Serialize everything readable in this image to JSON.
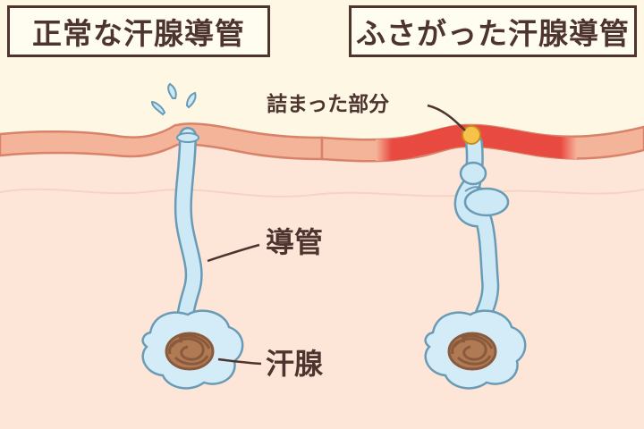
{
  "titles": {
    "normal": "正常な汗腺導管",
    "blocked": "ふさがった汗腺導管"
  },
  "labels": {
    "blocked_part": "詰まった部分",
    "duct": "導管",
    "sweat_gland": "汗腺"
  },
  "colors": {
    "background": "#fdf7e4",
    "epidermis": "#f4b49a",
    "inflamed_skin": "#e8453c",
    "dermis": "#fde6d8",
    "duct_fill": "#cde9f5",
    "duct_outline": "#6a9bb6",
    "gland_coil": "#8a5a3c",
    "blockage_plug": "#f7c24a",
    "text_and_frame": "#4e342e"
  },
  "icons": {
    "sweat": "sweat-droplets-icon",
    "coil": "gland-coil-icon"
  }
}
